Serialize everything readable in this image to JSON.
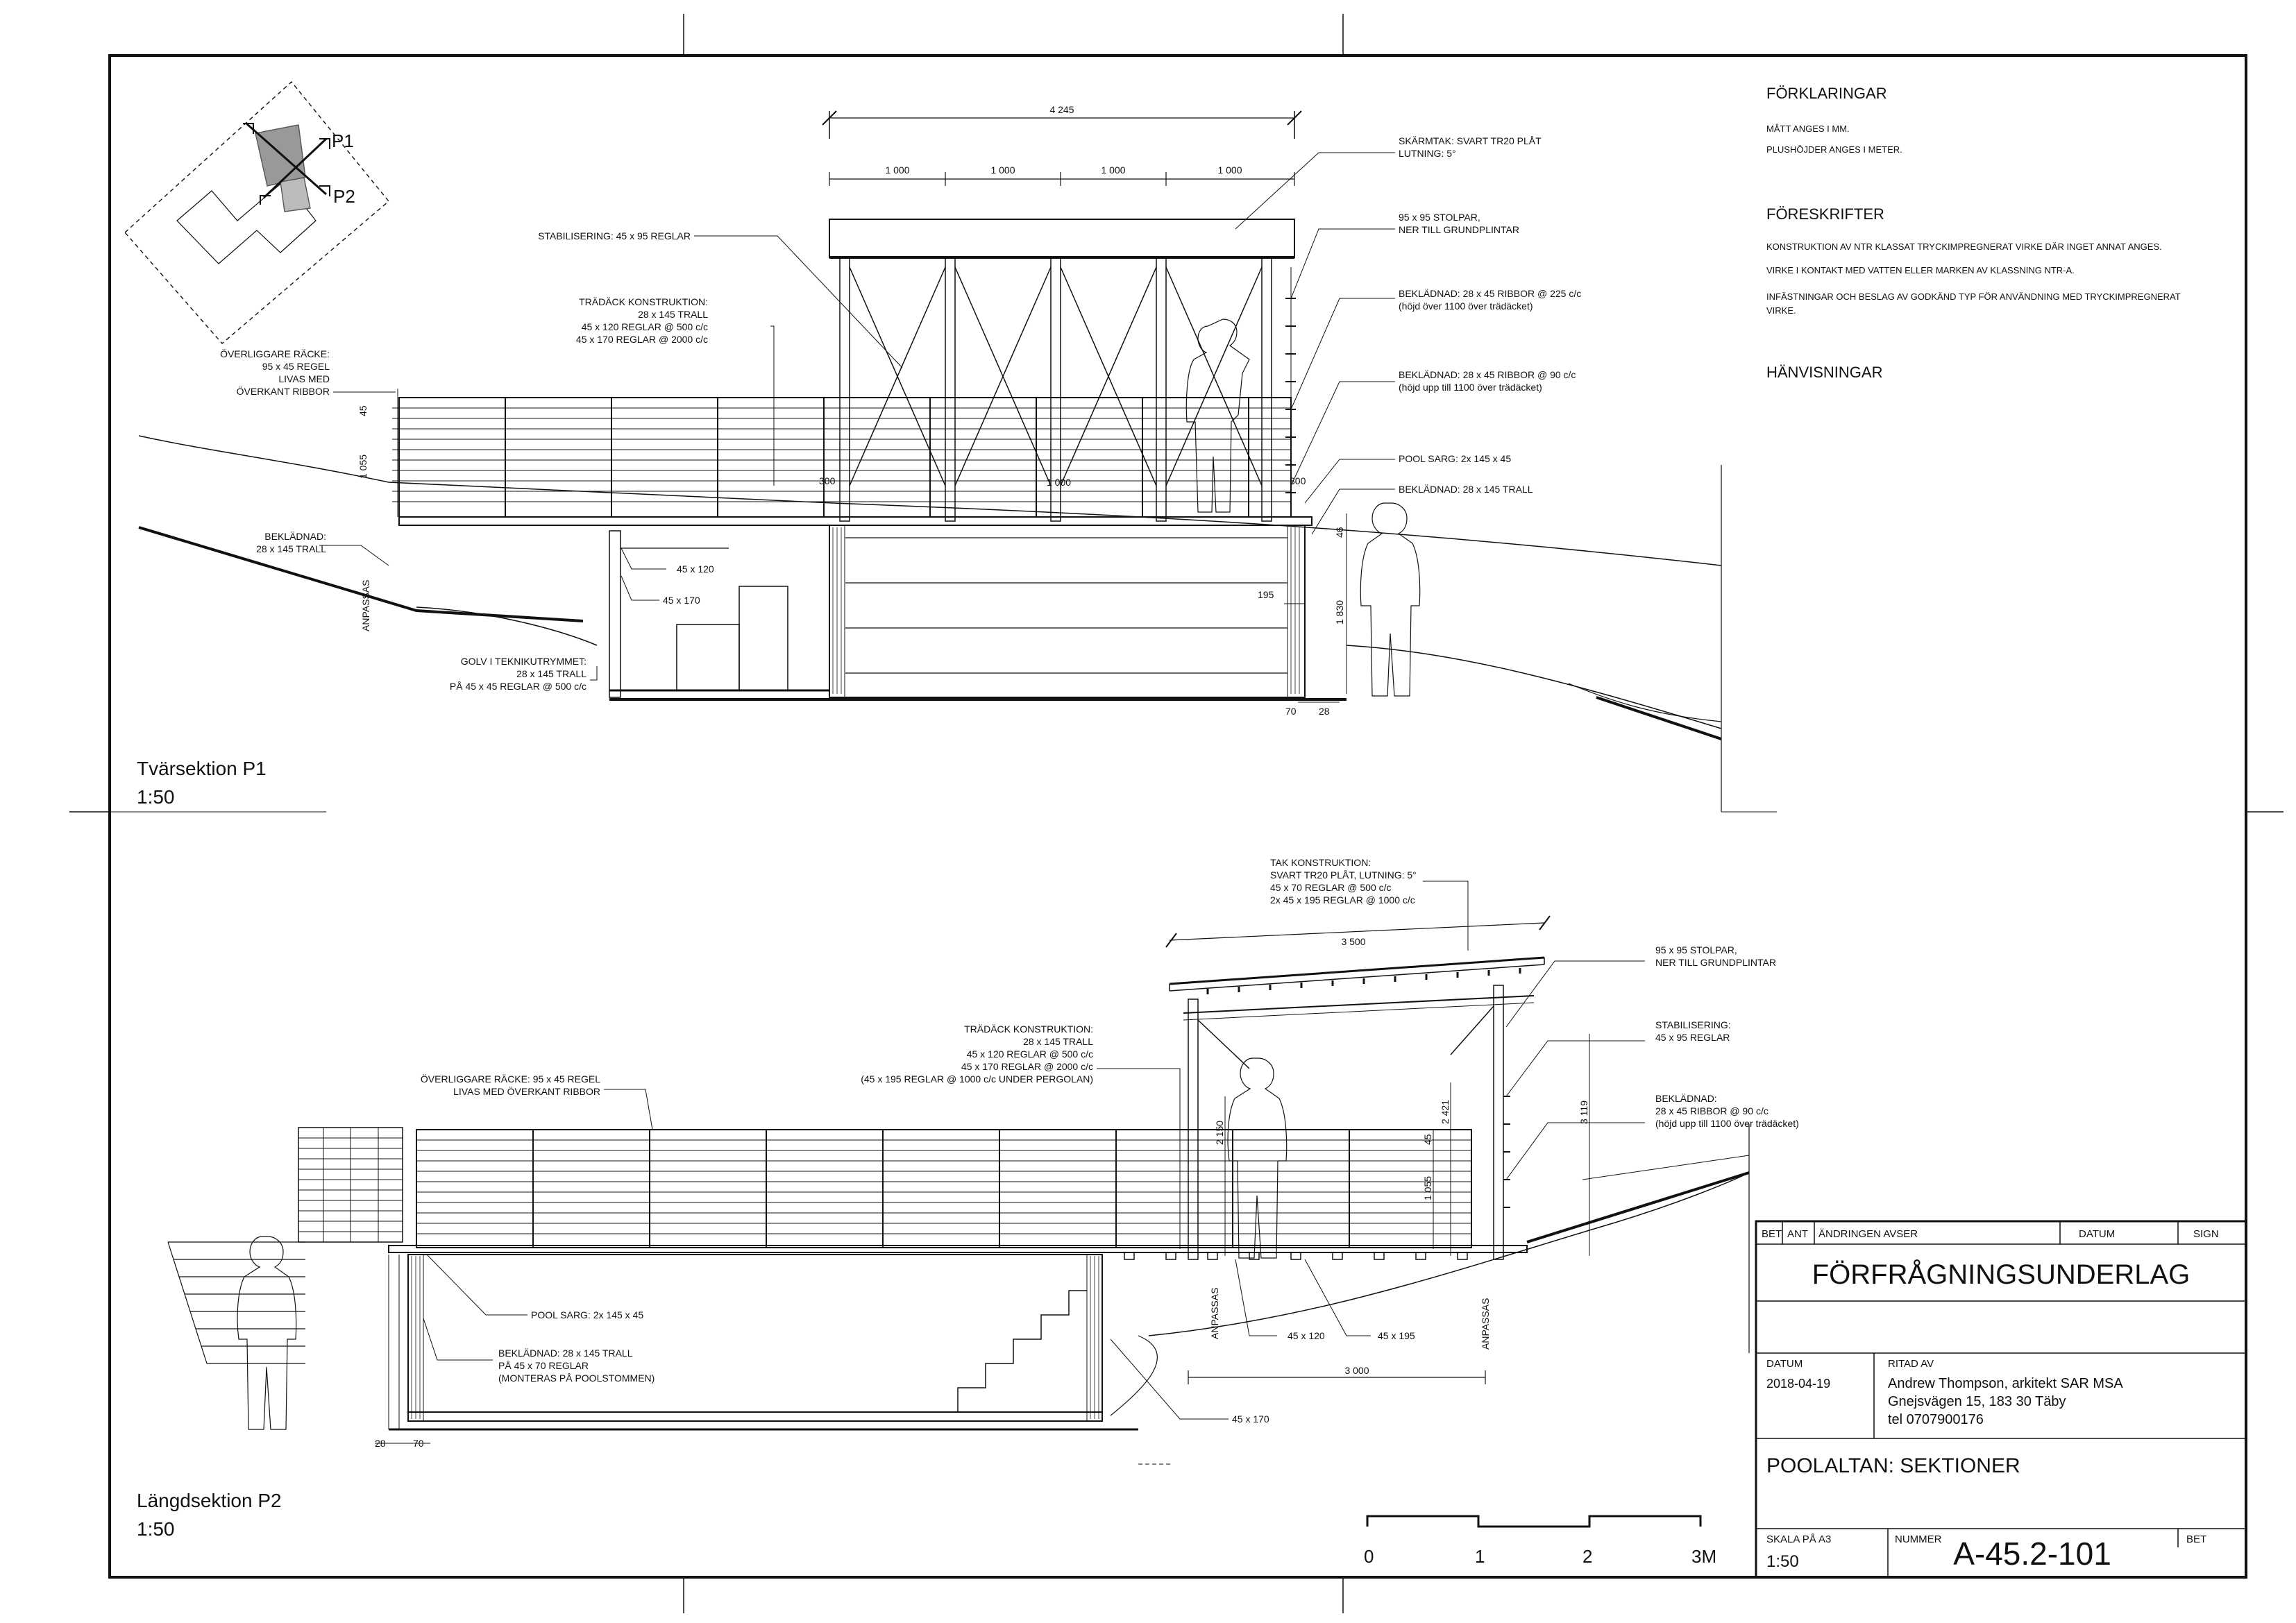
{
  "legend": {
    "forklaringar": {
      "heading": "FÖRKLARINGAR",
      "lines": [
        "MÅTT ANGES I MM.",
        "PLUSHÖJDER ANGES I METER."
      ]
    },
    "foreskrifter": {
      "heading": "FÖRESKRIFTER",
      "lines": [
        "KONSTRUKTION AV NTR KLASSAT TRYCKIMPREGNERAT VIRKE DÄR INGET ANNAT ANGES.",
        "VIRKE I KONTAKT MED VATTEN ELLER MARKEN AV KLASSNING NTR-A.",
        "INFÄSTNINGAR OCH BESLAG AV GODKÄND TYP FÖR ANVÄNDNING MED TRYCKIMPREGNERAT",
        "VIRKE."
      ]
    },
    "hanvisningar": {
      "heading": "HÄNVISNINGAR"
    }
  },
  "keyplan": {
    "p1": "P1",
    "p2": "P2"
  },
  "section1": {
    "title": "Tvärsektion P1",
    "scale": "1:50",
    "dims": {
      "overall": "4 245",
      "bays": [
        "1 000",
        "1 000",
        "1 000",
        "1 000"
      ],
      "d45": "45",
      "d1055": "1 055",
      "d300l": "300",
      "d300r": "300",
      "d1000": "1 000",
      "d46": "46",
      "d195": "195",
      "d1830": "1 830",
      "d70": "70",
      "d28": "28",
      "anpassas": "ANPASSAS",
      "m45x120": "45 x 120",
      "m45x170": "45 x 170"
    },
    "notes": {
      "stabilisering": "STABILISERING: 45 x 95 REGLAR",
      "tradack": [
        "TRÄDÄCK KONSTRUKTION:",
        "28 x 145 TRALL",
        "45 x 120 REGLAR @ 500 c/c",
        "45 x 170 REGLAR @ 2000 c/c"
      ],
      "overliggare": [
        "ÖVERLIGGARE RÄCKE:",
        "95 x 45 REGEL",
        "LIVAS MED",
        "ÖVERKANT RIBBOR"
      ],
      "bekladnad_left": [
        "BEKLÄDNAD:",
        "28 x 145 TRALL"
      ],
      "golv": [
        "GOLV I TEKNIKUTRYMMET:",
        "28 x 145 TRALL",
        "PÅ 45 x 45 REGLAR @ 500 c/c"
      ],
      "skarmtak": [
        "SKÄRMTAK: SVART TR20 PLÅT",
        "LUTNING: 5°"
      ],
      "stolpar": [
        "95 x 95 STOLPAR,",
        "NER TILL GRUNDPLINTAR"
      ],
      "bekl225": [
        "BEKLÄDNAD: 28 x 45 RIBBOR @ 225 c/c",
        "(höjd över 1100 över trädäcket)"
      ],
      "bekl90": [
        "BEKLÄDNAD: 28 x 45 RIBBOR @ 90 c/c",
        "(höjd upp till 1100 över trädäcket)"
      ],
      "poolsarg": "POOL SARG: 2x 145 x 45",
      "bekltrall": "BEKLÄDNAD: 28 x 145 TRALL"
    }
  },
  "section2": {
    "title": "Längdsektion P2",
    "scale": "1:50",
    "dims": {
      "d3500": "3 500",
      "d3000": "3 000",
      "d2150": "2 150",
      "d2421": "2 421",
      "d3119": "3 119",
      "d45": "45",
      "d1055": "1 055",
      "d28": "28",
      "d70": "70",
      "anpassas": "ANPASSAS",
      "m45x120": "45 x 120",
      "m45x195": "45 x 195",
      "m45x170": "45 x 170"
    },
    "notes": {
      "tak": [
        "TAK KONSTRUKTION:",
        "SVART TR20 PLÅT, LUTNING: 5°",
        "45 x 70 REGLAR @ 500 c/c",
        "2x 45 x 195 REGLAR @ 1000 c/c"
      ],
      "stolpar": [
        "95 x 95 STOLPAR,",
        "NER TILL GRUNDPLINTAR"
      ],
      "stabilisering": [
        "STABILISERING:",
        "45 x 95 REGLAR"
      ],
      "bekladnad": [
        "BEKLÄDNAD:",
        "28 x 45 RIBBOR @ 90 c/c",
        "(höjd upp till 1100 över trädäcket)"
      ],
      "tradack": [
        "TRÄDÄCK KONSTRUKTION:",
        "28 x 145 TRALL",
        "45 x 120 REGLAR @ 500 c/c",
        "45 x 170 REGLAR @ 2000 c/c",
        "(45 x 195 REGLAR @ 1000 c/c UNDER PERGOLAN)"
      ],
      "overliggare": [
        "ÖVERLIGGARE RÄCKE: 95 x 45 REGEL",
        "LIVAS MED ÖVERKANT RIBBOR"
      ],
      "poolsarg": "POOL SARG: 2x 145 x 45",
      "bekltrall": [
        "BEKLÄDNAD: 28 x 145 TRALL",
        "PÅ 45 x 70 REGLAR",
        "(MONTERAS PÅ POOLSTOMMEN)"
      ]
    }
  },
  "scalebar": {
    "labels": [
      "0",
      "1",
      "2",
      "3M"
    ]
  },
  "titleblock": {
    "headers": {
      "bet": "BET",
      "ant": "ANT",
      "andringen": "ÄNDRINGEN AVSER",
      "datum": "DATUM",
      "sign": "SIGN"
    },
    "status": "FÖRFRÅGNINGSUNDERLAG",
    "datum_label": "DATUM",
    "datum_value": "2018-04-19",
    "ritad_label": "RITAD AV",
    "ritad_lines": [
      "Andrew Thompson, arkitekt SAR MSA",
      "Gnejsvägen 15, 183 30 Täby",
      "tel 0707900176"
    ],
    "project": "POOLALTAN: SEKTIONER",
    "skala_label": "SKALA PÅ A3",
    "skala_value": "1:50",
    "nummer_label": "NUMMER",
    "nummer_value": "A-45.2-101",
    "bet_label": "BET"
  }
}
